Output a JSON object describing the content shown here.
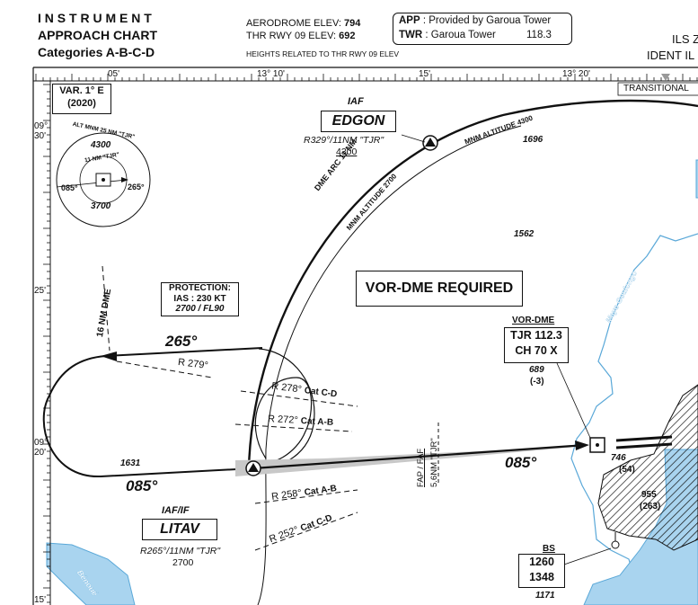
{
  "header": {
    "chart_type_line1": "I N S T R U M E N T",
    "chart_type_line2": "APPROACH CHART",
    "categories": "Categories  A-B-C-D",
    "aerodrome_elev_label": "AERODROME ELEV:",
    "aerodrome_elev_value": "794",
    "thr_elev_label": "THR RWY 09 ELEV:",
    "thr_elev_value": "692",
    "heights_note": "HEIGHTS RELATED TO THR RWY 09 ELEV",
    "app_label": "APP",
    "app_text": ": Provided by Garoua Tower",
    "twr_label": "TWR",
    "twr_text": ": Garoua Tower",
    "twr_freq": "118.3",
    "ils_label": "ILS Z",
    "ident_label": "IDENT IL"
  },
  "scale": {
    "top_ticks": [
      "05'",
      "13° 10'",
      "15'",
      "13° 20'"
    ],
    "left_ticks": [
      "09°\n30'",
      "25'",
      "09°\n20'",
      "15'"
    ],
    "transitional": "TRANSITIONAL"
  },
  "variation": {
    "line1": "VAR. 1° E",
    "line2": "(2020)"
  },
  "msa": {
    "title": "ALT MNM 25 NM \"TJR\"",
    "inner_label": "11 NM \"TJR\"",
    "north_alt": "4300",
    "south_alt": "3700",
    "left_bearing": "085°",
    "right_bearing": "265°"
  },
  "iaf": {
    "role": "IAF",
    "name": "EDGON",
    "radial": "R329°/11NM \"TJR\"",
    "alt": "4300"
  },
  "if": {
    "role": "IAF/IF",
    "name": "LITAV",
    "radial": "R265°/11NM \"TJR\"",
    "alt": "2700"
  },
  "arc": {
    "label": "DME ARC 11 NM",
    "mnm_upper": "MNM ALTITUDE 4300",
    "mnm_lower": "MNM ALTITUDE 2700"
  },
  "spot_elevations": [
    "1696",
    "1562",
    "1631",
    "746",
    "(54)",
    "(263)",
    "1171",
    "955"
  ],
  "required_box": "VOR-DME REQUIRED",
  "vor": {
    "title": "VOR-DME",
    "ident_freq": "TJR  112.3",
    "channel": "CH 70 X",
    "elev": "689",
    "elev_rel": "(-3)"
  },
  "protection": {
    "title": "PROTECTION:",
    "ias": "IAS : 230 KT",
    "alts": "2700 / FL90"
  },
  "holding": {
    "dme_label": "16 NM DME",
    "outbound_course": "265°",
    "radial_279": "R 279°",
    "inbound_course": "085°",
    "final_course": "085°"
  },
  "radials": [
    {
      "radial": "R 278°",
      "cat": "Cat C-D"
    },
    {
      "radial": "R 272°",
      "cat": "Cat A-B"
    },
    {
      "radial": "R 258°",
      "cat": "Cat A-B"
    },
    {
      "radial": "R 252°",
      "cat": "Cat C-D"
    }
  ],
  "faf": {
    "line1": "FAP / FAF",
    "line2": "5.6NM \"TJR\""
  },
  "bs": {
    "label": "BS",
    "val1": "1260",
    "val2": "1348"
  },
  "rivers": {
    "gouloungo": "Mayo Goulongo",
    "benoue": "Bénoué"
  },
  "colors": {
    "water": "#a9d4ef",
    "water_edge": "#5aa8d8",
    "ink": "#111111"
  }
}
